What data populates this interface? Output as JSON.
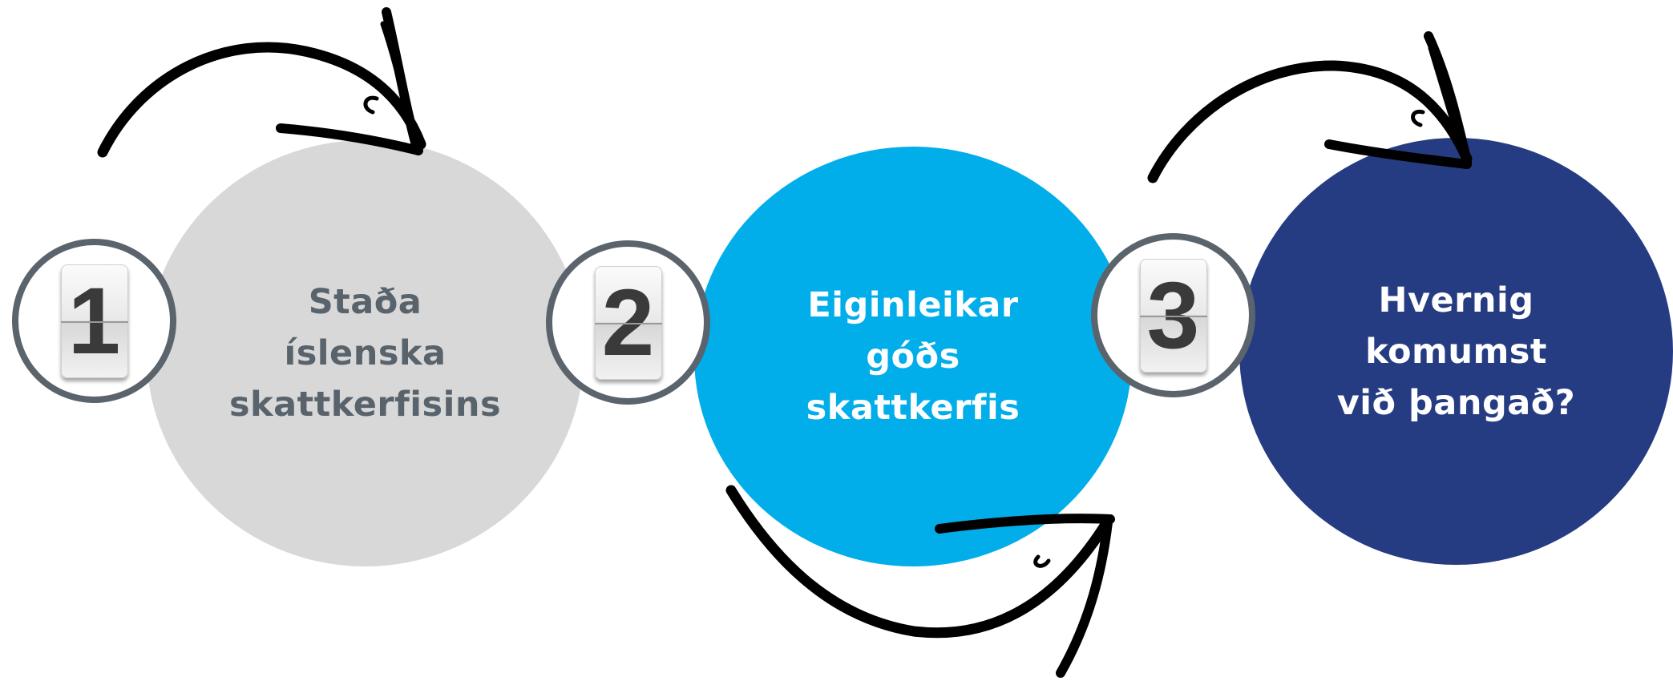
{
  "steps": [
    {
      "number": "1",
      "text": "Staða\níslenska\nskattkerfisins",
      "color": "#d8d8d8",
      "text_color": "#59636c"
    },
    {
      "number": "2",
      "text": "Eiginleikar\ngóðs\nskattkerfis",
      "color": "#02aeea",
      "text_color": "#ffffff"
    },
    {
      "number": "3",
      "text": "Hvernig\nkomumst\nvið þangað?",
      "color": "#263c82",
      "text_color": "#ffffff"
    }
  ],
  "badge_border_color": "#5b646c",
  "icons": [
    "curved-arrow-icon",
    "flip-counter-icon"
  ]
}
